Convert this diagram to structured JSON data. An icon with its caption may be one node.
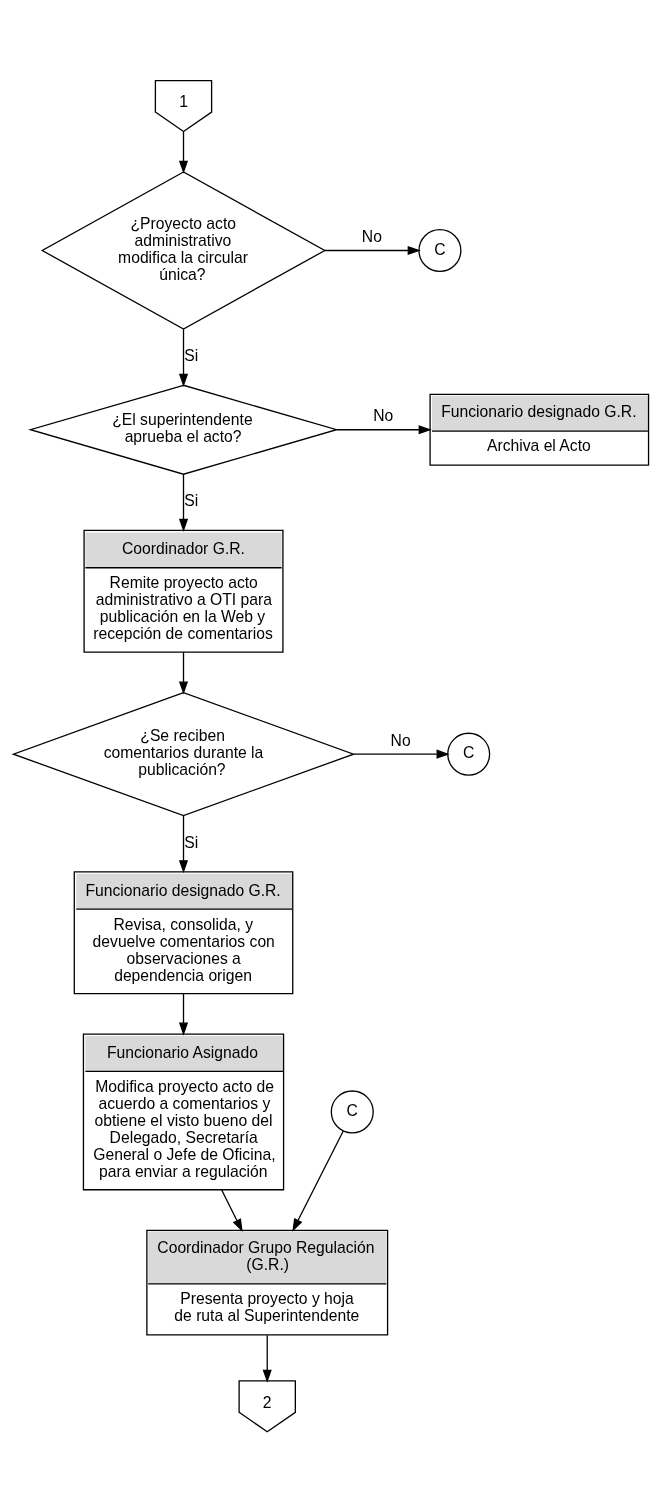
{
  "diagram": {
    "nodes": [
      {
        "text": [
          "1"
        ]
      },
      {
        "text": [
          "¿Proyecto acto administrativo modifica la circular única?"
        ]
      },
      {
        "text": [
          "C"
        ]
      },
      {
        "text": [
          "¿El superintendente aprueba el acto?"
        ]
      },
      {
        "text": [
          "Funcionario designado G.R.",
          "Archiva el Acto"
        ]
      },
      {
        "text": [
          "Coordinador G.R.",
          "Remite proyecto acto administrativo a OTI para publicación en la Web y recepción de comentarios"
        ]
      },
      {
        "text": [
          "¿Se reciben comentarios durante la publicación?"
        ]
      },
      {
        "text": [
          "C"
        ]
      },
      {
        "text": [
          "Funcionario designado G.R.",
          "Revisa, consolida, y devuelve comentarios con observaciones a dependencia origen"
        ]
      },
      {
        "text": [
          "Funcionario Asignado",
          "Modifica proyecto acto de acuerdo a comentarios y obtiene el visto bueno del Delegado, Secretaría General o Jefe de Oficina, para enviar a regulación"
        ]
      },
      {
        "text": [
          "C"
        ]
      },
      {
        "text": [
          "Coordinador Grupo Regulación (G.R.)",
          "Presenta proyecto y hoja de ruta al Superintendente"
        ]
      },
      {
        "text": [
          "2"
        ]
      }
    ],
    "edges": [
      {
        "from": 0,
        "to": 1,
        "arrow": "to"
      },
      {
        "from": 1,
        "to": 2,
        "arrow": "to",
        "label": "No"
      },
      {
        "from": 1,
        "to": 3,
        "arrow": "to",
        "label": "Si"
      },
      {
        "from": 3,
        "to": 4,
        "arrow": "to",
        "label": "No"
      },
      {
        "from": 3,
        "to": 5,
        "arrow": "to",
        "label": "Si"
      },
      {
        "from": 5,
        "to": 6,
        "arrow": "to"
      },
      {
        "from": 6,
        "to": 7,
        "arrow": "to",
        "label": "No"
      },
      {
        "from": 6,
        "to": 8,
        "arrow": "to",
        "label": "Si"
      },
      {
        "from": 8,
        "to": 9,
        "arrow": "to"
      },
      {
        "from": 9,
        "to": 11,
        "arrow": "to"
      },
      {
        "from": 10,
        "to": 11,
        "arrow": "to"
      },
      {
        "from": 11,
        "to": 12,
        "arrow": "to"
      }
    ]
  }
}
